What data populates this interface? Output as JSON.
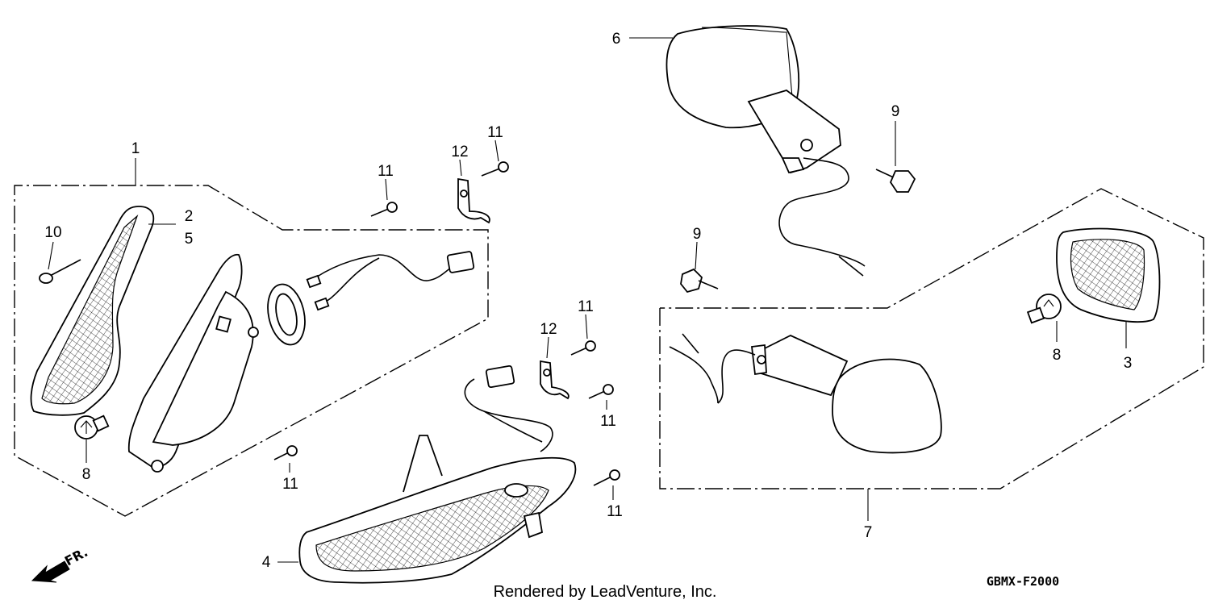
{
  "callouts": {
    "c1": "1",
    "c2": "2",
    "c3": "3",
    "c4": "4",
    "c5": "5",
    "c6": "6",
    "c7": "7",
    "c8a": "8",
    "c8b": "8",
    "c9a": "9",
    "c9b": "9",
    "c10": "10",
    "c11a": "11",
    "c11b": "11",
    "c11c": "11",
    "c11d": "11",
    "c11e": "11",
    "c11f": "11",
    "c12a": "12",
    "c12b": "12"
  },
  "direction_label": "FR.",
  "footer_text": "Rendered by LeadVenture, Inc.",
  "diagram_code": "GBMX-F2000"
}
